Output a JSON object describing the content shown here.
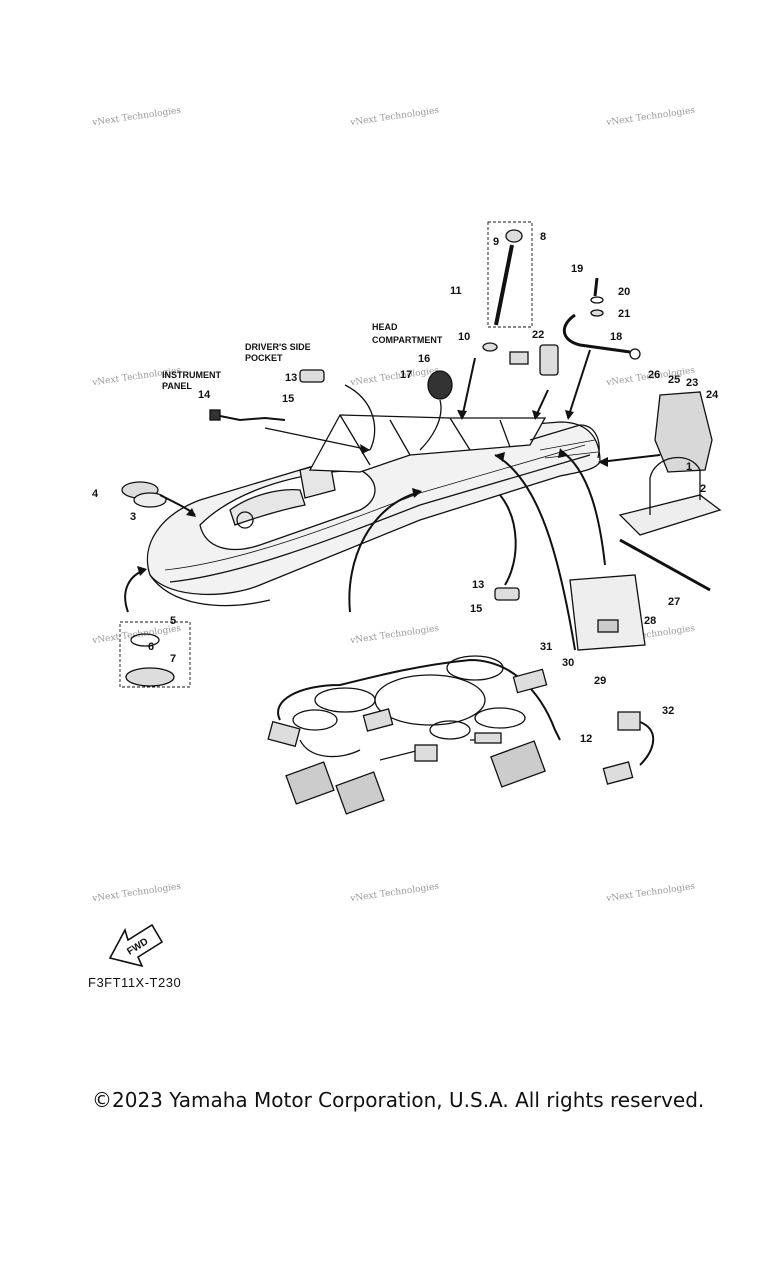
{
  "watermark": "vNext Technologies",
  "labels": {
    "instrument_panel": [
      "INSTRUMENT",
      "PANEL"
    ],
    "drivers_side_pocket": [
      "DRIVER'S SIDE",
      "POCKET"
    ],
    "head_compartment": [
      "HEAD",
      "COMPARTMENT"
    ]
  },
  "fwd_label": "FWD",
  "diagram_code": "F3FT11X-T230",
  "copyright": "©2023 Yamaha Motor Corporation, U.S.A. All rights reserved.",
  "callouts": {
    "n1": "1",
    "n2": "2",
    "n3": "3",
    "n4": "4",
    "n5": "5",
    "n6": "6",
    "n7": "7",
    "n8": "8",
    "n9": "9",
    "n10": "10",
    "n11": "11",
    "n12": "12",
    "n13a": "13",
    "n13b": "13",
    "n14": "14",
    "n15a": "15",
    "n15b": "15",
    "n16": "16",
    "n17": "17",
    "n18": "18",
    "n19": "19",
    "n20": "20",
    "n21": "21",
    "n22": "22",
    "n23": "23",
    "n24": "24",
    "n25": "25",
    "n26": "26",
    "n27": "27",
    "n28": "28",
    "n29": "29",
    "n30": "30",
    "n31": "31",
    "n32": "32"
  }
}
